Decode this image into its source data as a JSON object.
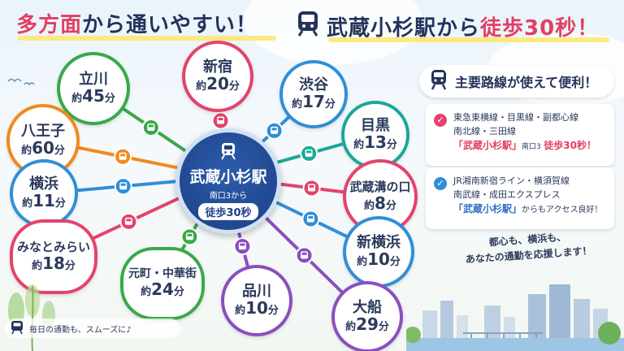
{
  "headline_left": {
    "part1": "多方面",
    "part2": "から通いやすい！"
  },
  "headline_right": {
    "part1": "武蔵小杉駅から",
    "part2": "徒歩30秒",
    "part3": "！"
  },
  "hub": {
    "name": "武蔵小杉駅",
    "sub": "南口3から",
    "walk": "徒歩30秒"
  },
  "stations": [
    {
      "id": "tachikawa",
      "name": "立川",
      "prefix": "約",
      "minutes": "45",
      "unit": "分",
      "color": "#3aa84a"
    },
    {
      "id": "shinjuku",
      "name": "新宿",
      "prefix": "約",
      "minutes": "20",
      "unit": "分",
      "color": "#e3436c"
    },
    {
      "id": "shibuya",
      "name": "渋谷",
      "prefix": "約",
      "minutes": "17",
      "unit": "分",
      "color": "#2f8fd8"
    },
    {
      "id": "hachioji",
      "name": "八王子",
      "prefix": "約",
      "minutes": "60",
      "unit": "分",
      "color": "#f08a1c"
    },
    {
      "id": "meguro",
      "name": "目黒",
      "prefix": "約",
      "minutes": "13",
      "unit": "分",
      "color": "#1aa89a"
    },
    {
      "id": "yokohama",
      "name": "横浜",
      "prefix": "約",
      "minutes": "11",
      "unit": "分",
      "color": "#2f8fd8"
    },
    {
      "id": "musashi-mizonokuchi",
      "name": "武蔵溝の口",
      "prefix": "約",
      "minutes": "8",
      "unit": "分",
      "color": "#e3436c"
    },
    {
      "id": "minatomirai",
      "name": "みなとみらい",
      "prefix": "約",
      "minutes": "18",
      "unit": "分",
      "color": "#e3436c"
    },
    {
      "id": "shin-yokohama",
      "name": "新横浜",
      "prefix": "約",
      "minutes": "10",
      "unit": "分",
      "color": "#2f8fd8"
    },
    {
      "id": "motomachi",
      "name": "元町・中華街",
      "prefix": "約",
      "minutes": "24",
      "unit": "分",
      "color": "#3aa84a"
    },
    {
      "id": "shinagawa",
      "name": "品川",
      "prefix": "約",
      "minutes": "10",
      "unit": "分",
      "color": "#8a4fc0"
    },
    {
      "id": "ofuna",
      "name": "大船",
      "prefix": "約",
      "minutes": "29",
      "unit": "分",
      "color": "#8a4fc0"
    }
  ],
  "panel": {
    "title": "主要路線が使えて便利！",
    "card1": {
      "line1": "東急東横線・目黒線・副都心線",
      "line2": "南北線・三田線",
      "station": "「武蔵小杉駅」",
      "mid": "南口3",
      "walk": "徒歩30秒！",
      "check_color": "#e3436c"
    },
    "card2": {
      "line1": "JR湘南新宿ライン・横須賀線",
      "line2": "南武線・成田エクスプレス",
      "station": "「武蔵小杉駅」",
      "tail": "からもアクセス良好！",
      "check_color": "#2f8fd8"
    }
  },
  "slogan": {
    "line1": "都心も、横浜も、",
    "line2": "あなたの通勤を応援します！"
  },
  "footer": {
    "text": "毎日の通勤も、スムーズに♪"
  },
  "colors": {
    "navy": "#24335a",
    "accent_red": "#e23f63",
    "hub_blue": "#1d3f85",
    "highlight_yellow": "#ffe56b"
  },
  "icons": {
    "train": "train-icon",
    "check": "check-icon",
    "bird": "bird-icon"
  }
}
